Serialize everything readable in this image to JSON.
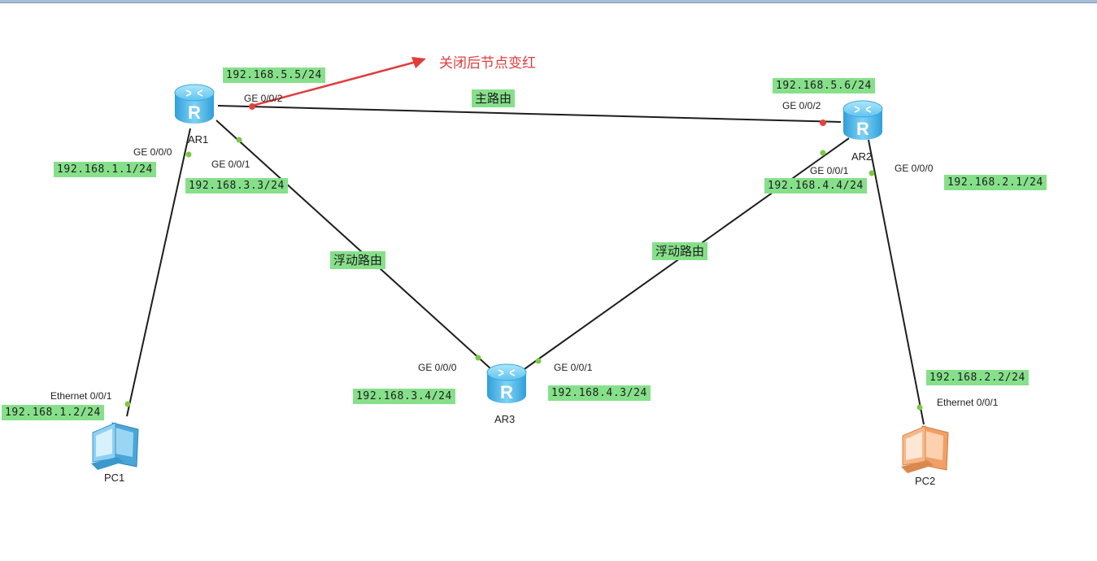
{
  "annotation": "关闭后节点变红",
  "devices": {
    "ar1": {
      "name": "AR1"
    },
    "ar2": {
      "name": "AR2"
    },
    "ar3": {
      "name": "AR3"
    },
    "pc1": {
      "name": "PC1"
    },
    "pc2": {
      "name": "PC2"
    }
  },
  "routes": {
    "main": "主路由",
    "floating_left": "浮动路由",
    "floating_right": "浮动路由"
  },
  "ports": {
    "ar1_ge002": "GE 0/0/2",
    "ar1_ge000": "GE 0/0/0",
    "ar1_ge001": "GE 0/0/1",
    "ar2_ge002": "GE 0/0/2",
    "ar2_ge001": "GE 0/0/1",
    "ar2_ge000": "GE 0/0/0",
    "ar3_ge000": "GE 0/0/0",
    "ar3_ge001": "GE 0/0/1",
    "pc1_eth": "Ethernet 0/0/1",
    "pc2_eth": "Ethernet 0/0/1"
  },
  "ips": {
    "ar1_ge002": "192.168.5.5/24",
    "ar1_ge000": "192.168.1.1/24",
    "ar1_ge001": "192.168.3.3/24",
    "ar2_ge002": "192.168.5.6/24",
    "ar2_ge001": "192.168.4.4/24",
    "ar2_ge000": "192.168.2.1/24",
    "ar3_ge000": "192.168.3.4/24",
    "ar3_ge001": "192.168.4.3/24",
    "pc1": "192.168.1.2/24",
    "pc2": "192.168.2.2/24"
  },
  "colors": {
    "link": "#1e1e1e",
    "port_up": "#7ac943",
    "port_down": "#e8413c",
    "label_bg": "#86e08a",
    "annotation": "#e03c3c"
  }
}
